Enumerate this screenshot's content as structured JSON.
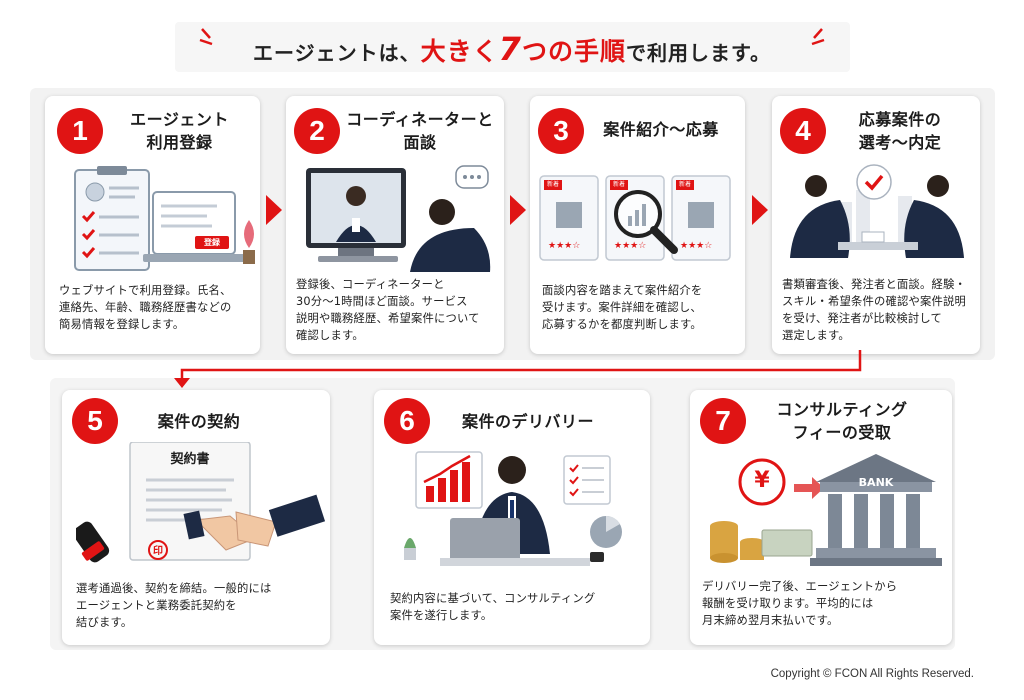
{
  "title": {
    "prefix": "エージェントは、",
    "highlight_a": "大きく",
    "highlight_num": "7",
    "highlight_b": "つの手順",
    "suffix": "で利用します。"
  },
  "steps": [
    {
      "number": "1",
      "title": "エージェント\n利用登録",
      "desc": "ウェブサイトで利用登録。氏名、\n連絡先、年齢、職務経歴書などの\n簡易情報を登録します。",
      "badge": "登録"
    },
    {
      "number": "2",
      "title": "コーディネーターと\n面談",
      "desc": "登録後、コーディネーターと\n30分〜1時間ほど面談。サービス\n説明や職務経歴、希望案件について\n確認します。"
    },
    {
      "number": "3",
      "title": "案件紹介〜応募",
      "desc": "面談内容を踏まえて案件紹介を\n受けます。案件詳細を確認し、\n応募するかを都度判断します。",
      "badge": "新着"
    },
    {
      "number": "4",
      "title": "応募案件の\n選考〜内定",
      "desc": "書類審査後、発注者と面談。経験・\nスキル・希望条件の確認や案件説明\nを受け、発注者が比較検討して\n選定します。"
    },
    {
      "number": "5",
      "title": "案件の契約",
      "desc": "選考通過後、契約を締結。一般的には\nエージェントと業務委託契約を\n結びます。",
      "doc_title": "契約書",
      "stamp": "印"
    },
    {
      "number": "6",
      "title": "案件のデリバリー",
      "desc": "契約内容に基づいて、コンサルティング\n案件を遂行します。"
    },
    {
      "number": "7",
      "title": "コンサルティング\nフィーの受取",
      "desc": "デリバリー完了後、エージェントから\n報酬を受け取ります。平均的には\n月末締め翌月末払いです。",
      "currency": "¥",
      "bank_label": "BANK"
    }
  ],
  "copyright": "Copyright © FCON All Rights Reserved.",
  "colors": {
    "accent": "#e01414",
    "navy": "#1d2a44",
    "gold": "#d9a441"
  }
}
